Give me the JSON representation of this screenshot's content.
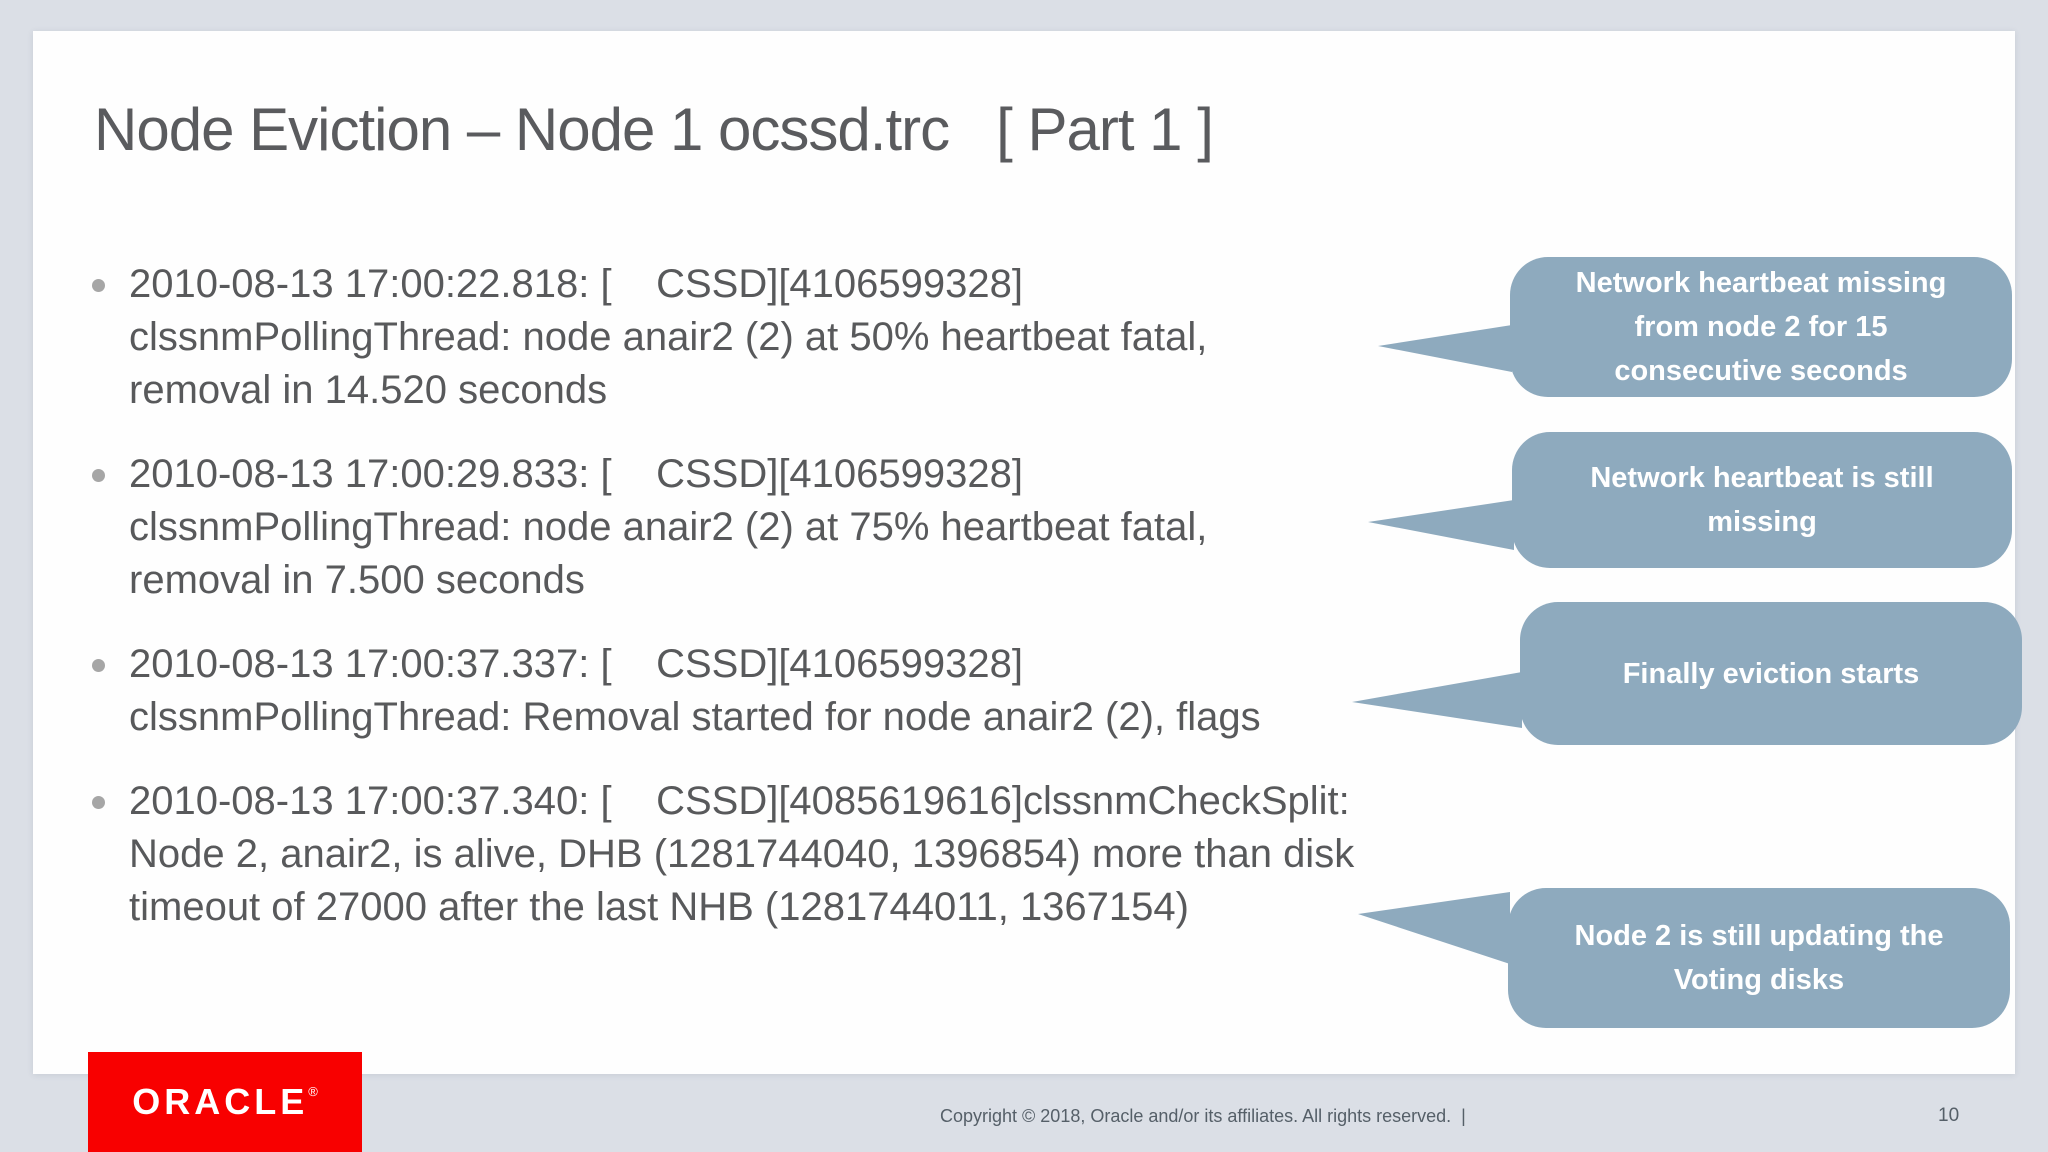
{
  "slide": {
    "title": "Node Eviction – Node 1 ocssd.trc   [ Part 1 ]",
    "bullets": [
      {
        "text": "2010-08-13 17:00:22.818: [    CSSD][4106599328]\nclssnmPollingThread: node anair2 (2) at 50% heartbeat fatal,\nremoval in 14.520 seconds"
      },
      {
        "text": "2010-08-13 17:00:29.833: [    CSSD][4106599328]\nclssnmPollingThread: node anair2 (2) at 75% heartbeat fatal,\nremoval in 7.500 seconds"
      },
      {
        "text": "2010-08-13 17:00:37.337: [    CSSD][4106599328]\nclssnmPollingThread: Removal started for node anair2 (2), flags"
      },
      {
        "text": "2010-08-13 17:00:37.340: [    CSSD][4085619616]clssnmCheckSplit:\nNode 2, anair2, is alive, DHB (1281744040, 1396854) more than disk\ntimeout of 27000 after the last NHB (1281744011, 1367154)"
      }
    ],
    "callouts": [
      {
        "text": "Network heartbeat missing\nfrom node 2 for 15\nconsecutive seconds"
      },
      {
        "text": "Network heartbeat is still\nmissing"
      },
      {
        "text": "Finally eviction starts"
      },
      {
        "text": "Node 2 is still updating the\nVoting disks"
      }
    ]
  },
  "footer": {
    "logo_text": "ORACLE",
    "logo_registered": "®",
    "copyright": "Copyright © 2018, Oracle and/or its affiliates. All rights reserved.  |",
    "page_number": "10"
  },
  "colors": {
    "background": "#dbdfe6",
    "slide": "#fefefe",
    "callout_fill": "#8eaabe",
    "callout_text": "#ffffff",
    "title_text": "#5a5b5e",
    "body_text": "#58595b",
    "bullet_marker": "#a6a6a6",
    "oracle_red": "#f80000",
    "footer_text": "#555f68"
  }
}
